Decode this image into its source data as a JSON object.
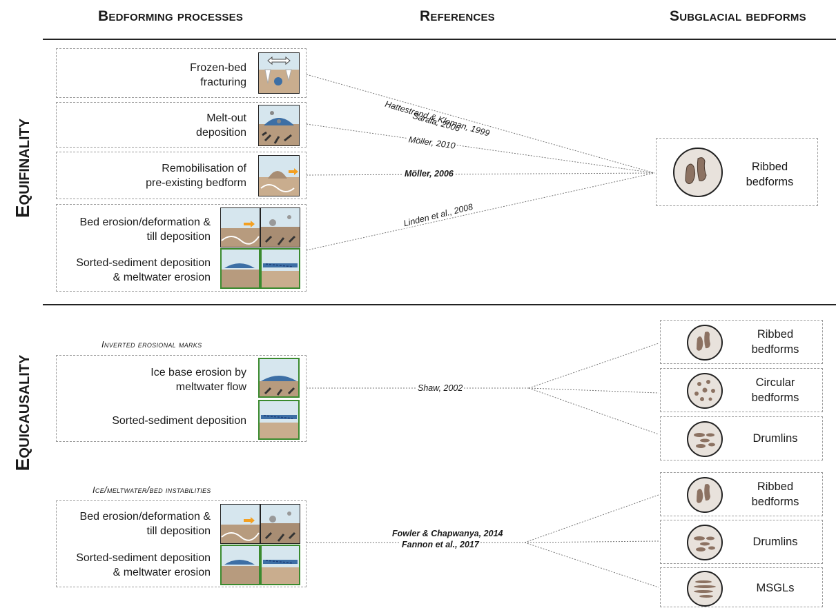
{
  "headers": {
    "processes": "Bedforming processes",
    "references": "References",
    "bedforms": "Subglacial bedforms"
  },
  "sections": {
    "equifinality": "Equifinality",
    "equicausality": "Equicausality"
  },
  "equifinality": {
    "processes": [
      {
        "line1": "Frozen-bed",
        "line2": "fracturing"
      },
      {
        "line1": "Melt-out",
        "line2": "deposition"
      },
      {
        "line1": "Remobilisation of",
        "line2": "pre-existing bedform"
      },
      {
        "line1": "Bed erosion/deformation &",
        "line2": "till deposition"
      },
      {
        "line1": "Sorted-sediment deposition",
        "line2": "& meltwater erosion"
      }
    ],
    "references": {
      "r1a": "Hattestrand & Kleman, 1999",
      "r1b": "Sarala, 2006",
      "r2": "Möller, 2010",
      "r3": "Möller, 2006",
      "r4": "Linden et al., 2008"
    },
    "bedform": {
      "line1": "Ribbed",
      "line2": "bedforms"
    }
  },
  "equicausality": {
    "group1": {
      "title": "Inverted erosional marks",
      "processes": [
        {
          "line1": "Ice base erosion by",
          "line2": "meltwater flow"
        },
        {
          "line1": "Sorted-sediment deposition"
        }
      ],
      "reference": "Shaw, 2002",
      "bedforms": [
        {
          "line1": "Ribbed",
          "line2": "bedforms"
        },
        {
          "line1": "Circular",
          "line2": "bedforms"
        },
        {
          "line1": "Drumlins"
        }
      ]
    },
    "group2": {
      "title": "Ice/meltwater/bed instabilities",
      "processes": [
        {
          "line1": "Bed erosion/deformation &",
          "line2": "till deposition"
        },
        {
          "line1": "Sorted-sediment deposition",
          "line2": "& meltwater erosion"
        }
      ],
      "reference_a": "Fowler & Chapwanya, 2014",
      "reference_b": "Fannon et al., 2017",
      "bedforms": [
        {
          "line1": "Ribbed",
          "line2": "bedforms"
        },
        {
          "line1": "Drumlins"
        },
        {
          "line1": "MSGLs"
        }
      ]
    }
  },
  "colors": {
    "sky": "#d6e6ee",
    "sediment": "#b79b7e",
    "water": "#3d6fa5",
    "frame_green": "#3a8a2e",
    "bedform_fill": "#8c7262",
    "circle_fill": "#e8e2dc"
  }
}
